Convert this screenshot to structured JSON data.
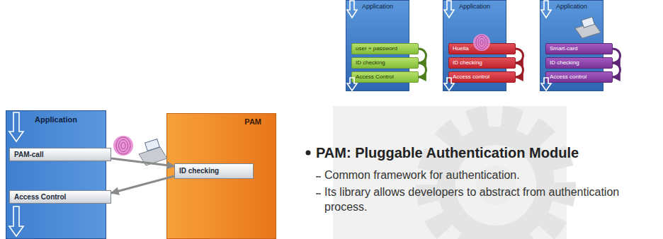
{
  "diagram": {
    "nodes": [
      {
        "text": [
          "Application"
        ]
      },
      {
        "text": [
          "user + password"
        ],
        "in": 0
      },
      {
        "text": [
          "ID checking"
        ],
        "in": 0
      },
      {
        "text": [
          "Access Control"
        ],
        "in": 0
      },
      {
        "text": [
          "Application"
        ]
      },
      {
        "text": [
          "Huella"
        ],
        "in": 4
      },
      {
        "text": [
          "ID checking"
        ],
        "in": 4
      },
      {
        "text": [
          "Access control"
        ],
        "in": 4
      },
      {
        "text": [
          "Application"
        ]
      },
      {
        "text": [
          "Smart-card"
        ],
        "in": 8
      },
      {
        "text": [
          "ID checking"
        ],
        "in": 8
      },
      {
        "text": [
          "Access control"
        ],
        "in": 8
      },
      {
        "text": [
          "Application"
        ]
      },
      {
        "text": [
          "PAM-call"
        ],
        "in": 12
      },
      {
        "text": [
          "Access Control"
        ],
        "in": 12
      },
      {
        "text": [
          "PAM"
        ]
      },
      {
        "text": [
          "ID checking"
        ],
        "in": 15
      }
    ],
    "edges": [
      {
        "from": 1,
        "to": 2,
        "arrow": "to"
      },
      {
        "from": 2,
        "to": 3,
        "arrow": "to"
      },
      {
        "from": 5,
        "to": 6,
        "arrow": "to"
      },
      {
        "from": 6,
        "to": 7,
        "arrow": "to"
      },
      {
        "from": 9,
        "to": 10,
        "arrow": "to"
      },
      {
        "from": 10,
        "to": 11,
        "arrow": "to"
      },
      {
        "from": 13,
        "to": 16,
        "arrow": "to"
      },
      {
        "from": 16,
        "to": 14,
        "arrow": "to"
      }
    ],
    "labels": [
      "PAM: Pluggable Authentication Module",
      "Common framework for authentication.",
      "Its library allows developers to abstract from authentication process."
    ]
  }
}
